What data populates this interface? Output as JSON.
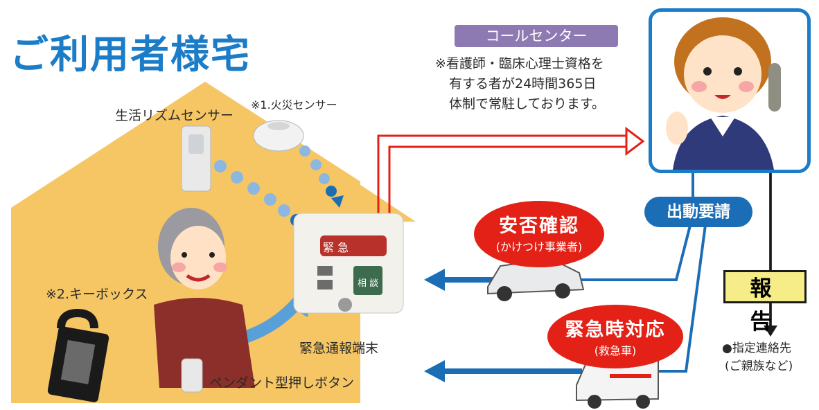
{
  "title": "ご利用者様宅",
  "call_center": {
    "label": "コールセンター",
    "note_lines": [
      "※看護師・臨床心理士資格を",
      "有する者が24時間365日",
      "体制で常駐しております。"
    ]
  },
  "house": {
    "rhythm_sensor": "生活リズムセンサー",
    "fire_sensor": "※1.火災センサー",
    "key_box": "※2.キーボックス",
    "terminal": "緊急通報端末",
    "pendant": "ペンダント型押しボタン",
    "terminal_buttons": {
      "emergency": "緊 急",
      "consult": "相 談"
    }
  },
  "badges": {
    "safety_check": {
      "main": "安否確認",
      "sub": "(かけつけ事業者)"
    },
    "emergency_response": {
      "main": "緊急時対応",
      "sub": "(救急車)"
    }
  },
  "dispatch": "出動要請",
  "report": {
    "label": "報告",
    "targets": [
      "●指定連絡先",
      "(ご親族など)"
    ]
  },
  "colors": {
    "blue": "#1b7cc8",
    "red": "#e32117",
    "house": "#f6c665",
    "purple": "#8e7ab3"
  }
}
